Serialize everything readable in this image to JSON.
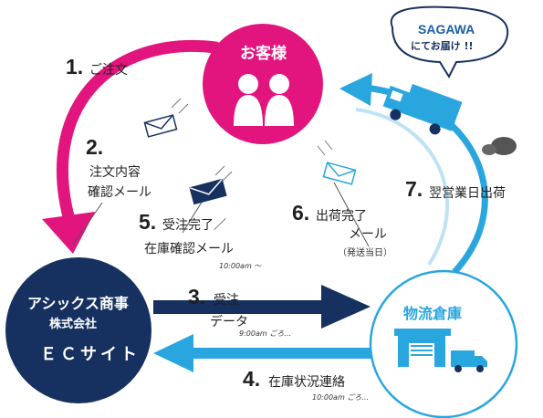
{
  "customer": {
    "label": "お客様"
  },
  "ec": {
    "line1": "アシックス商事",
    "line2": "株式会社",
    "line3": "ＥＣサイト"
  },
  "warehouse": {
    "label": "物流倉庫"
  },
  "bubble": {
    "line1": "SAGAWA",
    "line2": "にてお届け !!"
  },
  "steps": [
    {
      "num": "1.",
      "text": "ご注文"
    },
    {
      "num": "2.",
      "text_line1": "注文内容",
      "text_line2": "確認メール"
    },
    {
      "num": "3.",
      "text_line1": "受注",
      "text_line2": "データ",
      "time": "9:00am ごろ…"
    },
    {
      "num": "4.",
      "text": "在庫状況連絡",
      "time": "10:00am ごろ…"
    },
    {
      "num": "5.",
      "text_line1": "受注完了／",
      "text_line2": "在庫確認メール",
      "time": "10:00am 〜"
    },
    {
      "num": "6.",
      "text_line1": "出荷完了",
      "text_line2": "メール",
      "sub": "（発送当日）"
    },
    {
      "num": "7.",
      "text": "翌営業日出荷"
    }
  ],
  "colors": {
    "magenta": "#e2147e",
    "navy": "#16305f",
    "lightblue": "#2aa6df"
  }
}
